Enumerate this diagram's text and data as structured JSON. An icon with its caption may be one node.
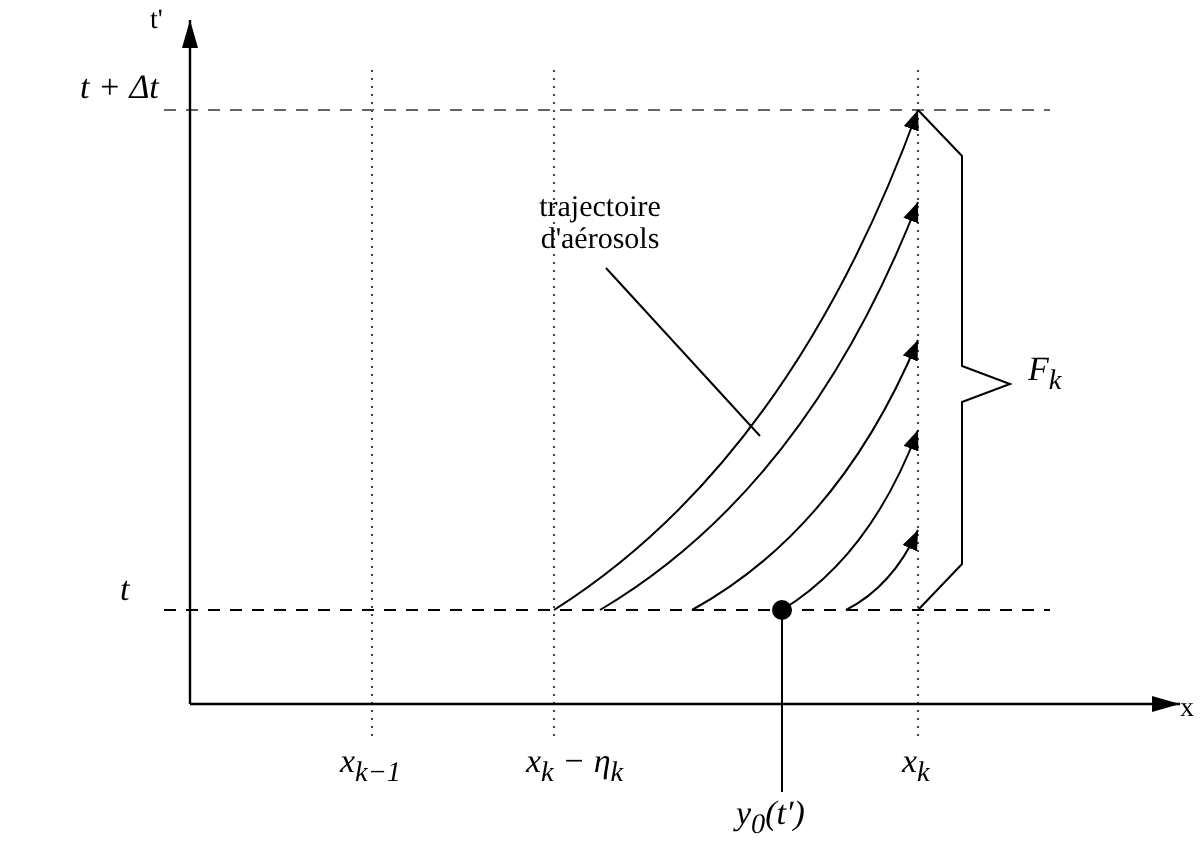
{
  "diagram": {
    "nodes": [
      {
        "text": [
          "trajectoire d'aérosols"
        ]
      },
      {
        "text": [],
        "shape": "curve"
      },
      {
        "text": [
          "y$_{0}$(t′)"
        ]
      },
      {
        "text": [],
        "shape": "circle"
      }
    ],
    "edges": [
      {
        "from": 0,
        "to": 1,
        "arrow": "none"
      },
      {
        "from": 2,
        "to": 3,
        "arrow": "none"
      }
    ],
    "labels": [
      "t'",
      "t + Δt",
      "t",
      "x$_{k−1}$",
      "x$_{k}$ − η$_{k}$",
      "x$_{k}$",
      "F$_{k}$",
      "x"
    ]
  }
}
